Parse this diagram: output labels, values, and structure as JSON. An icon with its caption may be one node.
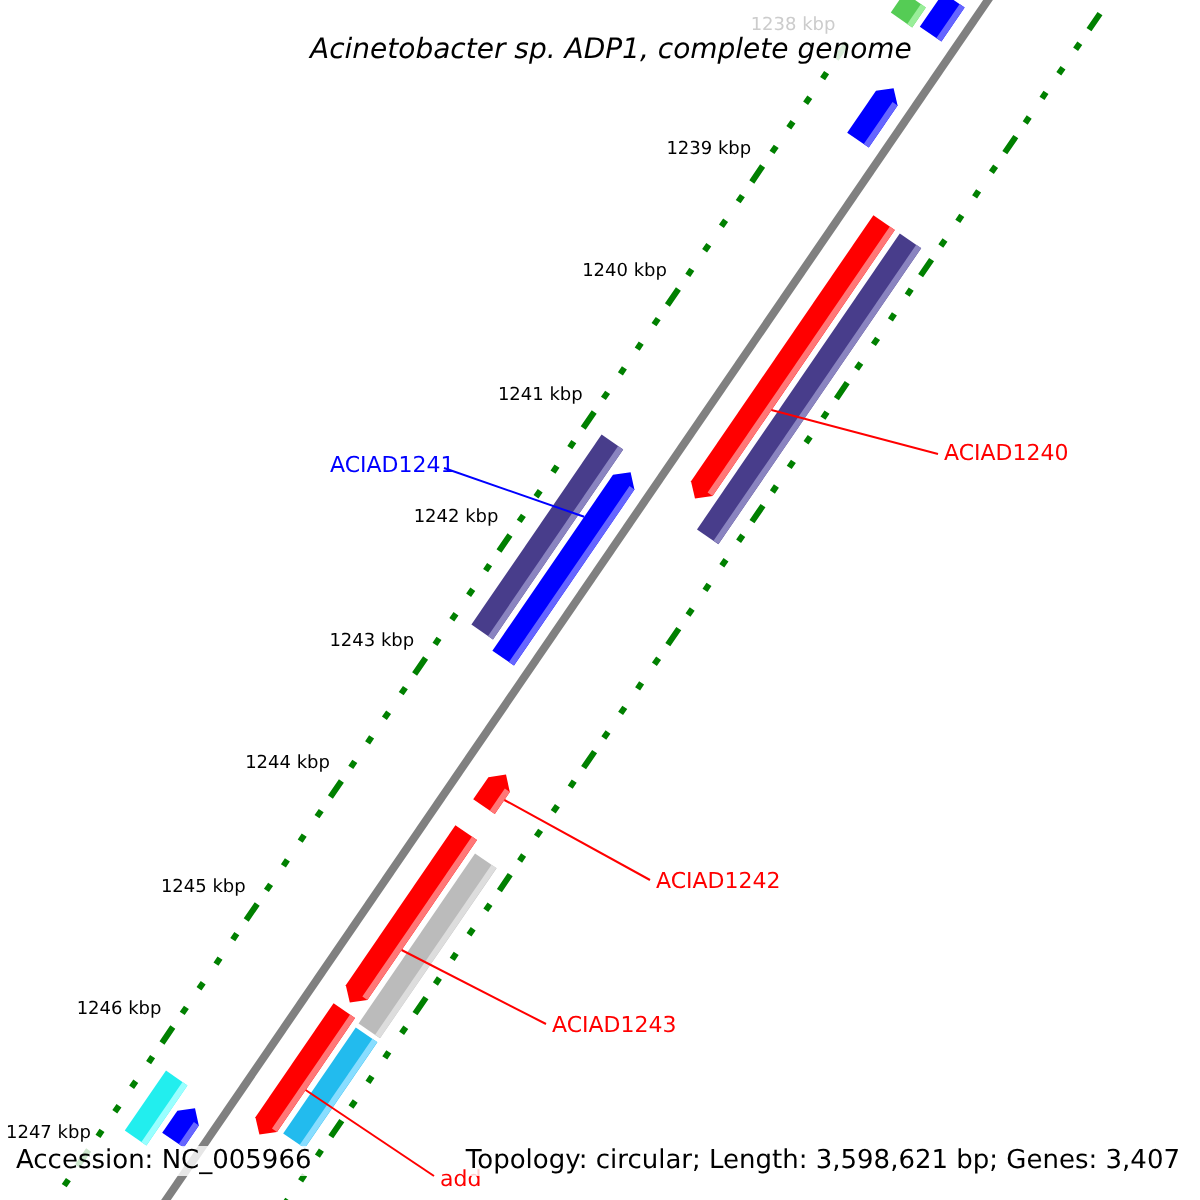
{
  "diagram": {
    "title": "Acinetobacter sp. ADP1, complete genome",
    "nodes": [
      {
        "text": [],
        "shape": "bar"
      },
      {
        "text": [],
        "shape": "bar"
      },
      {
        "text": [],
        "shape": "bar"
      },
      {
        "text": [],
        "shape": "bar"
      },
      {
        "text": [],
        "shape": "bar"
      },
      {
        "text": [
          "ACIAD1240"
        ]
      },
      {
        "text": [
          "ACIAD1241"
        ]
      },
      {
        "text": [],
        "shape": "bar"
      },
      {
        "text": [],
        "shape": "bar"
      },
      {
        "text": [],
        "shape": "bar"
      },
      {
        "text": [
          "ACIAD1242"
        ]
      },
      {
        "text": [],
        "shape": "bar"
      },
      {
        "text": [],
        "shape": "bar"
      },
      {
        "text": [
          "ACIAD1243"
        ]
      },
      {
        "text": [],
        "shape": "bar"
      },
      {
        "text": [],
        "shape": "bar"
      },
      {
        "text": [
          "add"
        ]
      },
      {
        "text": [],
        "shape": "bar"
      },
      {
        "text": [],
        "shape": "bar"
      }
    ],
    "edges": [
      {
        "from": 5,
        "to": 3,
        "arrow": "none"
      },
      {
        "from": 6,
        "to": 8,
        "arrow": "none",
        "color": "#0000ff"
      },
      {
        "from": 10,
        "to": 9,
        "arrow": "none"
      },
      {
        "from": 13,
        "to": 11,
        "arrow": "none"
      },
      {
        "from": 16,
        "to": 14,
        "arrow": "none"
      }
    ],
    "labels": [
      "1238 kbp",
      "1239 kbp",
      "1240 kbp",
      "1241 kbp",
      "1242 kbp",
      "1243 kbp",
      "1244 kbp",
      "1245 kbp",
      "1246 kbp",
      "1247 kbp",
      "Accession: NC_005966",
      "Topology: circular; Length: 3,598,621 bp; Genes: 3,407"
    ]
  }
}
